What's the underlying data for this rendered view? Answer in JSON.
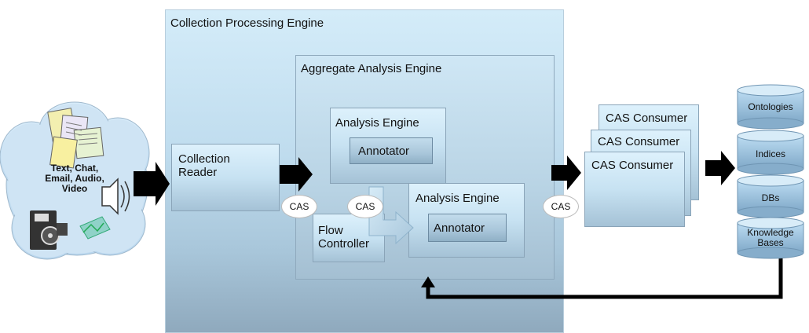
{
  "cpe": {
    "title": "Collection Processing Engine"
  },
  "aae": {
    "title": "Aggregate Analysis Engine"
  },
  "source": {
    "text": "Text, Chat,\nEmail, Audio,\nVideo"
  },
  "reader": {
    "title": "Collection\nReader"
  },
  "analysis_engine_1": {
    "title": "Analysis Engine",
    "annotator": "Annotator"
  },
  "analysis_engine_2": {
    "title": "Analysis Engine",
    "annotator": "Annotator"
  },
  "flow_controller": {
    "title": "Flow\nController"
  },
  "cas_labels": [
    "CAS",
    "CAS",
    "CAS"
  ],
  "consumers": [
    "CAS Consumer",
    "CAS Consumer",
    "CAS Consumer"
  ],
  "stores": [
    "Ontologies",
    "Indices",
    "DBs",
    "Knowledge\nBases"
  ]
}
